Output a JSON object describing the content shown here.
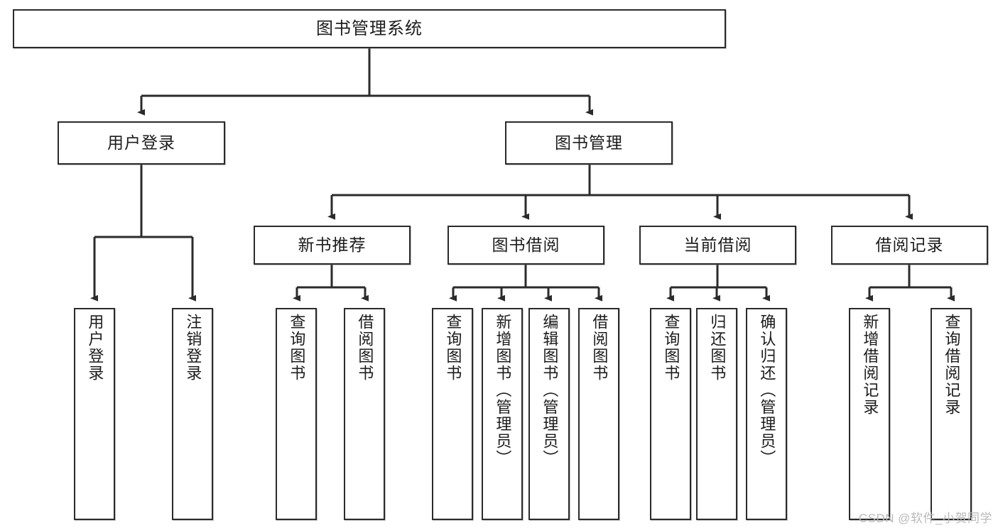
{
  "diagram": {
    "title": "图书管理系统",
    "watermark": "CSDN @软件_小贺同学",
    "line_color": "#2b2b2b",
    "box_border_color": "#2b2b2b",
    "box_fill": "#ffffff",
    "text_color": "#1c1c1c",
    "levels": {
      "level1": {
        "label": "图书管理系统"
      },
      "level2": [
        {
          "label": "用户登录"
        },
        {
          "label": "图书管理"
        }
      ],
      "level3": [
        {
          "label": "新书推荐"
        },
        {
          "label": "图书借阅"
        },
        {
          "label": "当前借阅"
        },
        {
          "label": "借阅记录"
        }
      ],
      "leaves": [
        {
          "label": "用户登录",
          "parent": "用户登录"
        },
        {
          "label": "注销登录",
          "parent": "用户登录"
        },
        {
          "label": "查询图书",
          "parent": "新书推荐"
        },
        {
          "label": "借阅图书",
          "parent": "新书推荐"
        },
        {
          "label": "查询图书",
          "parent": "图书借阅"
        },
        {
          "label": "新增图书（管理员）",
          "parent": "图书借阅"
        },
        {
          "label": "编辑图书（管理员）",
          "parent": "图书借阅"
        },
        {
          "label": "借阅图书",
          "parent": "图书借阅"
        },
        {
          "label": "查询图书",
          "parent": "当前借阅"
        },
        {
          "label": "归还图书",
          "parent": "当前借阅"
        },
        {
          "label": "确认归还（管理员）",
          "parent": "当前借阅"
        },
        {
          "label": "新增借阅记录",
          "parent": "借阅记录"
        },
        {
          "label": "查询借阅记录",
          "parent": "借阅记录"
        }
      ]
    }
  }
}
